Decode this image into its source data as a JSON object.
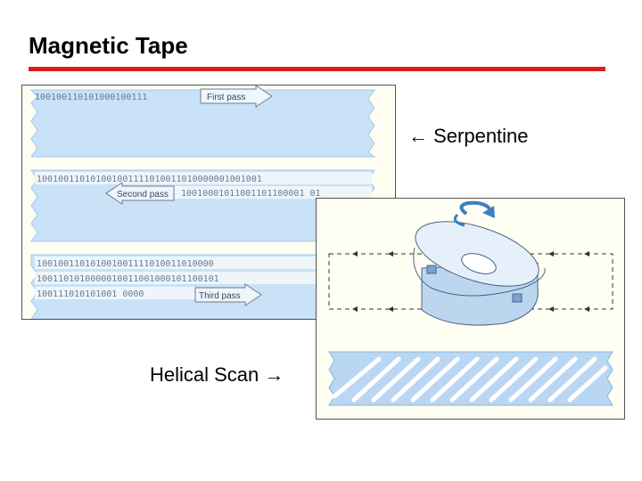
{
  "slide": {
    "title": "Magnetic Tape",
    "serpentine_caption": "← Serpentine",
    "helical_caption": "Helical Scan →"
  },
  "serpentine": {
    "passes": [
      {
        "bits": "100100110101000100111",
        "label": "First pass"
      },
      {
        "bits_top": "100100110101001001111010011010000001001001",
        "label": "Second pass",
        "bits_bottom": "10010001011001101100001 01"
      },
      {
        "bits_top": "100100110101001001111010011010000",
        "bits_mid": "1001101010000010011001000101100101",
        "bits_bottom": "100111010101001 0000",
        "label": "Third pass"
      }
    ]
  },
  "colors": {
    "accent_red": "#e11a1a",
    "tape_blue": "#c9e2f7",
    "tape_edge": "#a8c8e8",
    "figure_bg": "#fffef2"
  },
  "icons": [
    "rotation-arrow-icon",
    "left-arrow-icon",
    "right-arrow-icon"
  ]
}
